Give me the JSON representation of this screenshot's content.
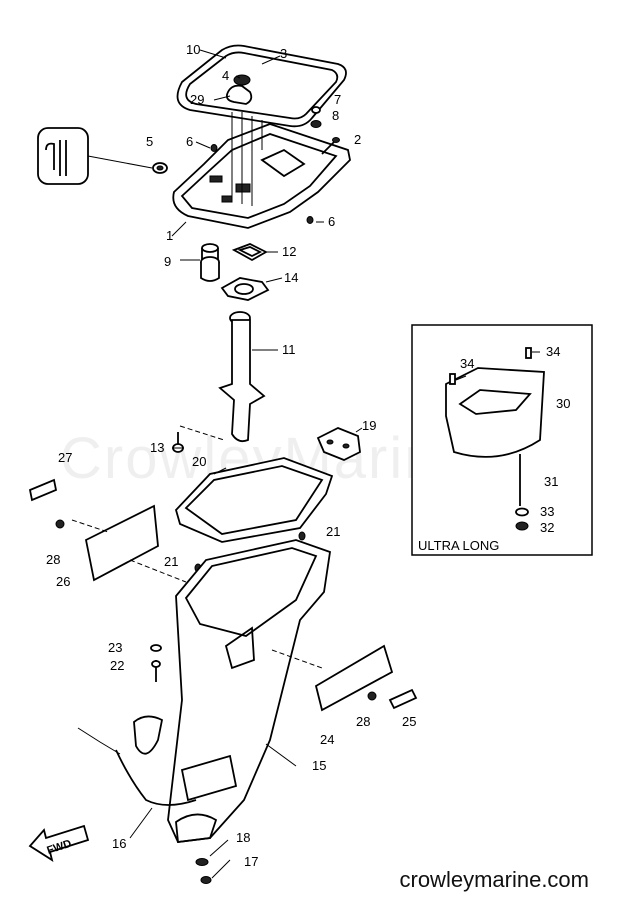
{
  "diagram": {
    "watermark": "CrowleyMarine",
    "site_url": "crowleymarine.com",
    "inset_label": "ULTRA LONG",
    "fwd_label": "FWD",
    "callouts": [
      {
        "id": "c10",
        "label": "10"
      },
      {
        "id": "c3",
        "label": "3"
      },
      {
        "id": "c4",
        "label": "4"
      },
      {
        "id": "c29",
        "label": "29"
      },
      {
        "id": "c7",
        "label": "7"
      },
      {
        "id": "c8",
        "label": "8"
      },
      {
        "id": "c2",
        "label": "2"
      },
      {
        "id": "c5",
        "label": "5"
      },
      {
        "id": "c6a",
        "label": "6"
      },
      {
        "id": "c6b",
        "label": "6"
      },
      {
        "id": "c1",
        "label": "1"
      },
      {
        "id": "c9",
        "label": "9"
      },
      {
        "id": "c12",
        "label": "12"
      },
      {
        "id": "c14",
        "label": "14"
      },
      {
        "id": "c11",
        "label": "11"
      },
      {
        "id": "c13",
        "label": "13"
      },
      {
        "id": "c19",
        "label": "19"
      },
      {
        "id": "c20",
        "label": "20"
      },
      {
        "id": "c27",
        "label": "27"
      },
      {
        "id": "c28a",
        "label": "28"
      },
      {
        "id": "c26",
        "label": "26"
      },
      {
        "id": "c21a",
        "label": "21"
      },
      {
        "id": "c21b",
        "label": "21"
      },
      {
        "id": "c23",
        "label": "23"
      },
      {
        "id": "c22",
        "label": "22"
      },
      {
        "id": "c28b",
        "label": "28"
      },
      {
        "id": "c25",
        "label": "25"
      },
      {
        "id": "c24",
        "label": "24"
      },
      {
        "id": "c15",
        "label": "15"
      },
      {
        "id": "c16",
        "label": "16"
      },
      {
        "id": "c18",
        "label": "18"
      },
      {
        "id": "c17",
        "label": "17"
      },
      {
        "id": "c34a",
        "label": "34"
      },
      {
        "id": "c34b",
        "label": "34"
      },
      {
        "id": "c30",
        "label": "30"
      },
      {
        "id": "c31",
        "label": "31"
      },
      {
        "id": "c33",
        "label": "33"
      },
      {
        "id": "c32",
        "label": "32"
      }
    ]
  }
}
